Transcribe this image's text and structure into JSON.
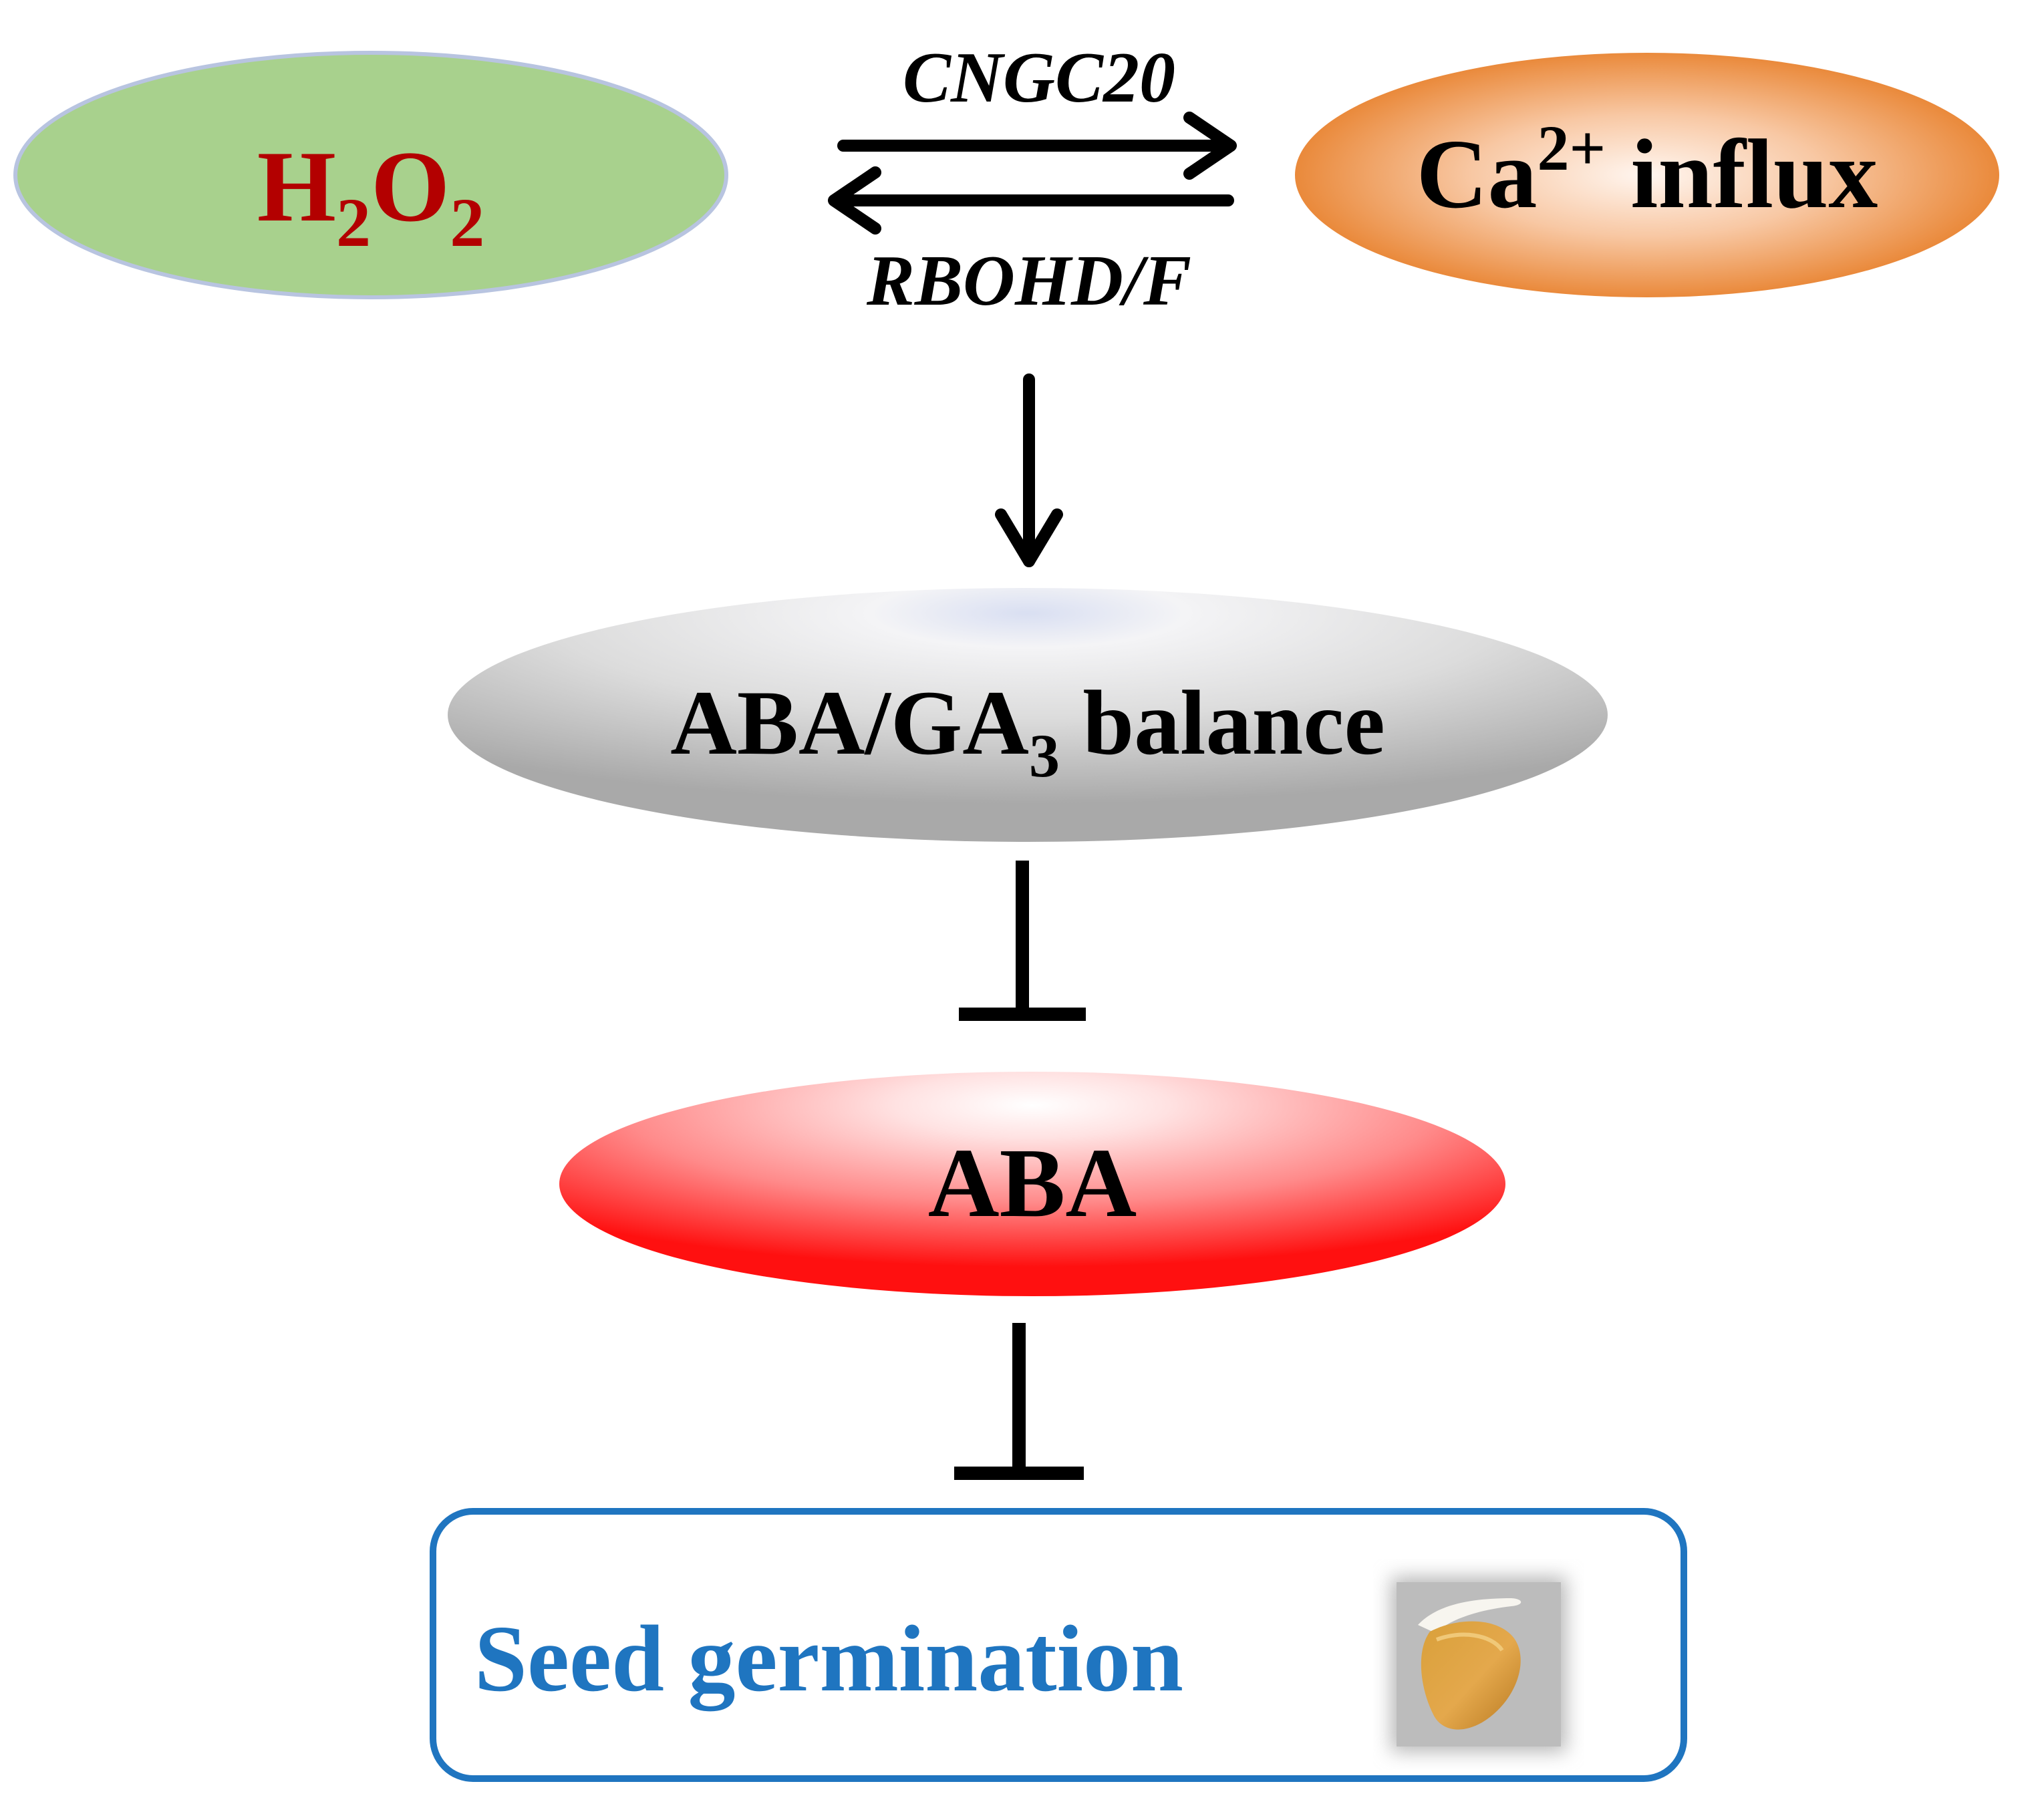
{
  "nodes": {
    "h2o2": {
      "base_1": "H",
      "sub_1": "2",
      "base_2": "O",
      "sub_2": "2",
      "text_color": "#b30000",
      "fill": "#a8d18d",
      "stroke": "#b8c4e0"
    },
    "ca_influx": {
      "base": "Ca",
      "sup": "2+",
      "rest": " influx",
      "fill_center": "#fde8da",
      "fill_edge": "#ea8a3a"
    },
    "aba_ga3_balance": {
      "base": "ABA/GA",
      "sub": "3",
      "rest": " balance"
    },
    "aba": {
      "label": "ABA",
      "edge_color": "#ff1a1a"
    },
    "seed_germination": {
      "label": "Seed germination",
      "text_color": "#1f75c0",
      "border_color": "#1f75c0"
    }
  },
  "edges": {
    "forward_label": "CNGC20",
    "backward_label": "RBOHD/F"
  }
}
